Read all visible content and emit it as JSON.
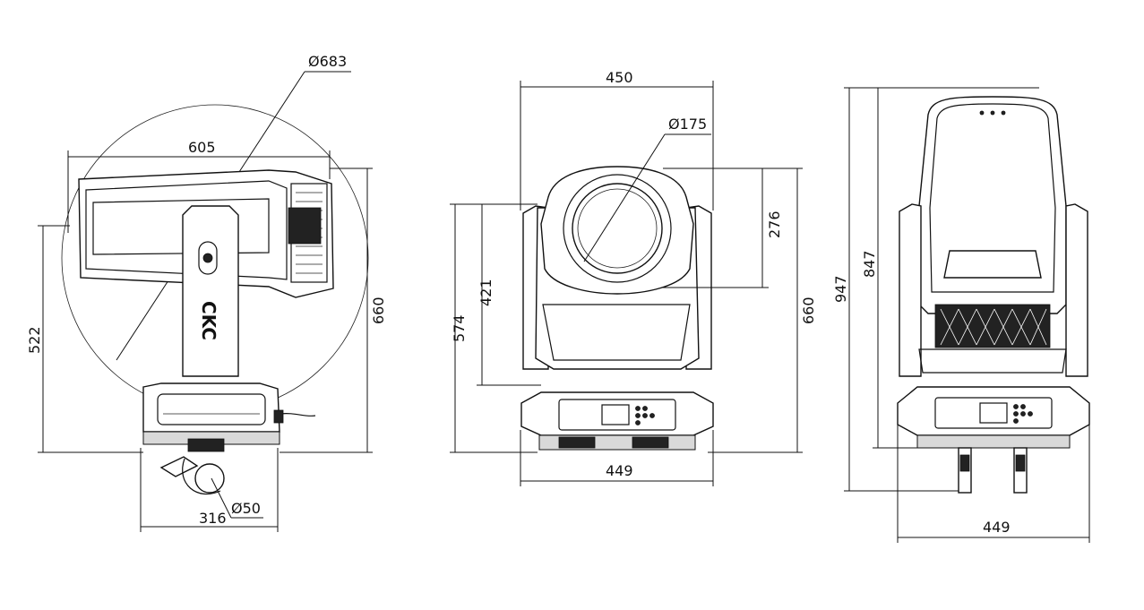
{
  "views": {
    "side": {
      "d_swing": "Ø683",
      "w_head": "605",
      "h_pivot": "522",
      "h_total": "660",
      "w_base": "316",
      "d_clamp": "Ø50",
      "logo": "CKC"
    },
    "front": {
      "w_top": "450",
      "d_lens": "Ø175",
      "h_lens": "276",
      "h_yoke": "421",
      "h_body": "574",
      "h_total": "660",
      "w_base": "449"
    },
    "back": {
      "h_total": "947",
      "h_body": "847",
      "w_base": "449"
    }
  }
}
